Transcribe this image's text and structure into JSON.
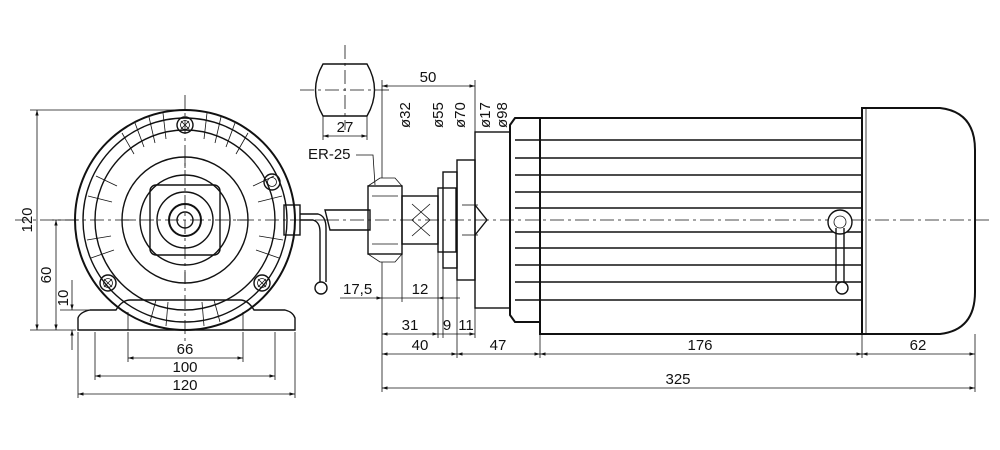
{
  "front_view": {
    "height_120": "120",
    "height_60": "60",
    "height_10": "10",
    "width_66": "66",
    "width_100": "100",
    "width_120": "120"
  },
  "shaft_section": {
    "width_27": "27"
  },
  "side_view": {
    "collet_label": "ER-25",
    "dia_32": "ø32",
    "dia_55": "ø55",
    "dia_70": "ø70",
    "dia_17": "ø17",
    "dia_98": "ø98",
    "top_50": "50",
    "len_17_5": "17,5",
    "len_12": "12",
    "len_31": "31",
    "len_9": "9",
    "len_11": "11",
    "len_40": "40",
    "len_47": "47",
    "len_176": "176",
    "len_62": "62",
    "total_325": "325"
  }
}
